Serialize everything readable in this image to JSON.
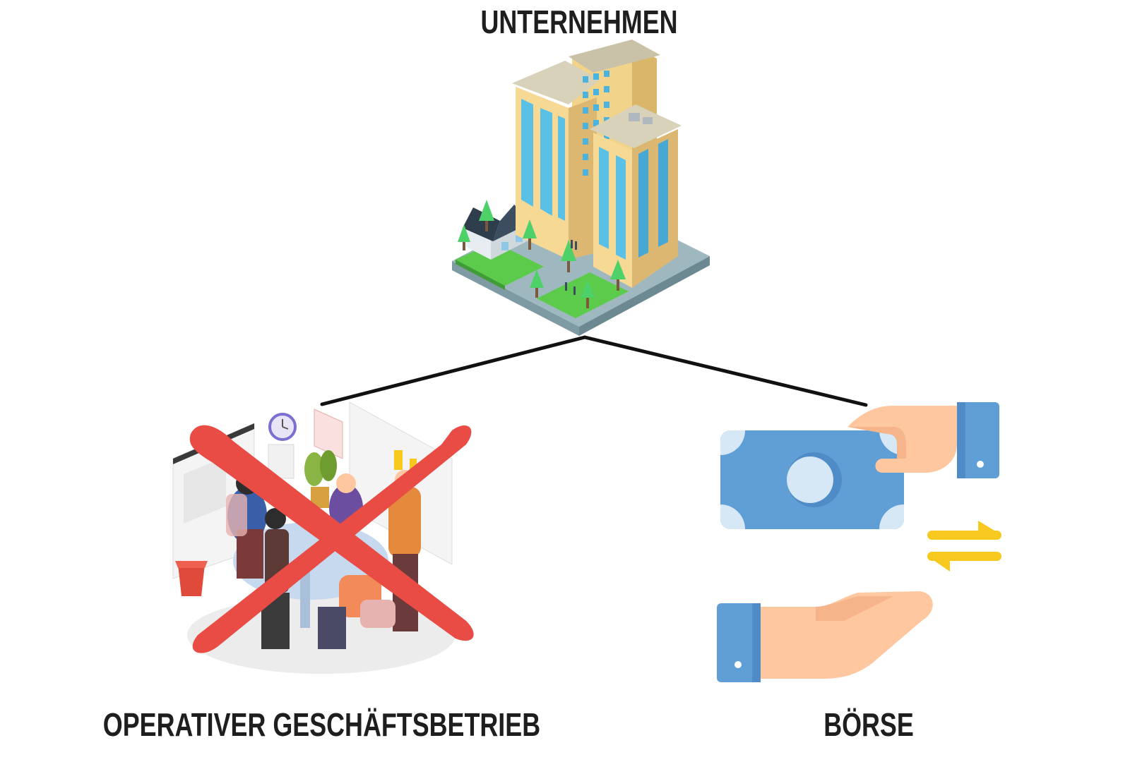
{
  "diagram": {
    "root": {
      "label": "UNTERNEHMEN",
      "icon": "office-building-icon"
    },
    "children": [
      {
        "label": "OPERATIVER GESCHÄFTSBETRIEB",
        "icon": "office-meeting-icon",
        "crossed_out": true
      },
      {
        "label": "BÖRSE",
        "icon": "money-exchange-hands-icon",
        "crossed_out": false
      }
    ]
  },
  "colors": {
    "text": "#1e1e1e",
    "connector": "#111111",
    "cross": "#e84c44",
    "banknote": "#5f9fd6",
    "hand": "#ffc7a0",
    "arrows": "#f7c81e"
  }
}
